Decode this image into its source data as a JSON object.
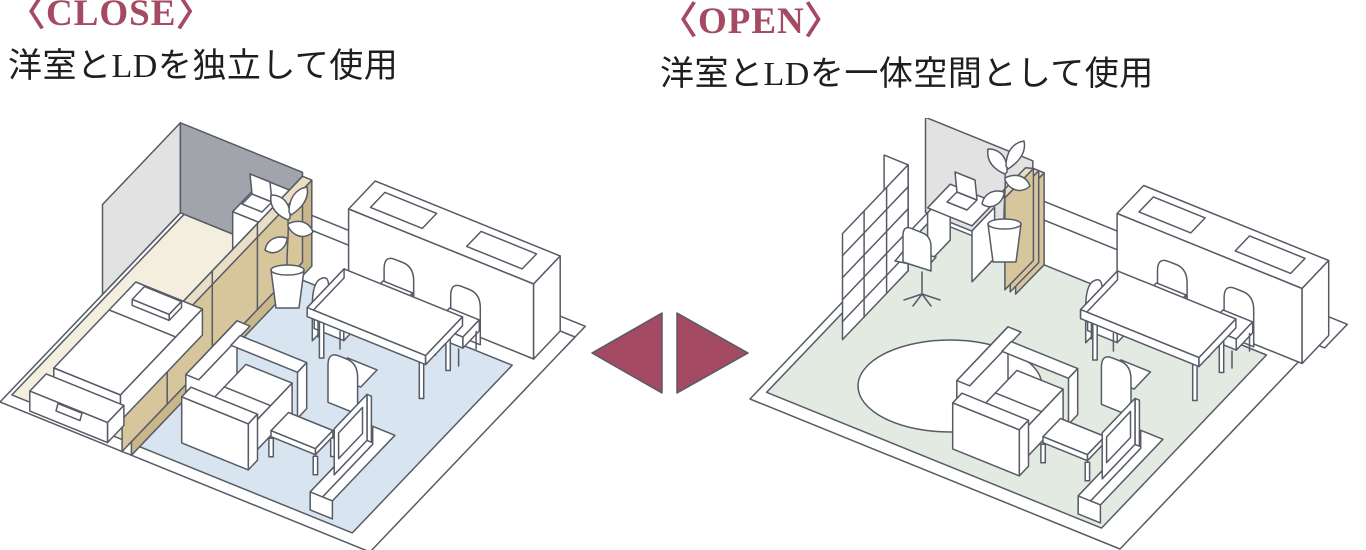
{
  "panels": {
    "close": {
      "label": "〈CLOSE〉",
      "caption": "洋室とLDを独立して使用"
    },
    "open": {
      "label": "〈OPEN〉",
      "caption": "洋室とLDを一体空間として使用"
    }
  },
  "divider": {
    "icon": "left-right-triangle-arrows"
  },
  "colors": {
    "accent": "#a44a62",
    "heading_text": "#a44a62",
    "caption_text": "#1e1e1e",
    "outline": "#565b66",
    "floor_cream": "#f3eedd",
    "floor_blue": "#d8e4f0",
    "floor_green": "#e3eae2",
    "wall_light": "#e2e2e3",
    "wall_dark": "#a2a4ab",
    "partition": "#d7c59c",
    "partition_top": "#eadfc4",
    "partition_side": "#c9b78c",
    "furniture": "#ffffff"
  }
}
